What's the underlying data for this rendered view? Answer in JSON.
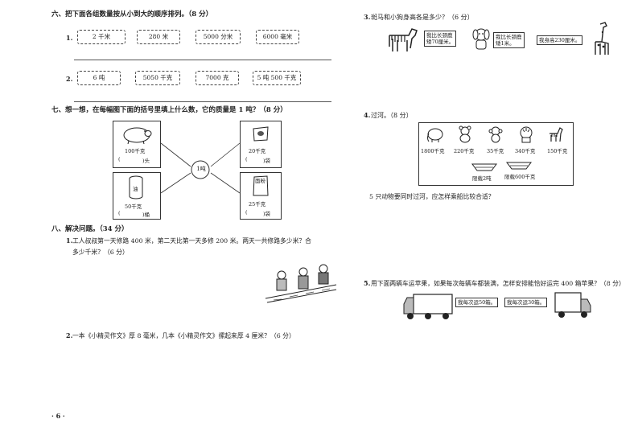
{
  "q6": {
    "title": "六、把下面各组数量按从小到大的顺序排列。（8 分）",
    "row1": {
      "num": "1.",
      "items": [
        "2 千米",
        "280 米",
        "5000 分米",
        "6000 毫米"
      ]
    },
    "row2": {
      "num": "2.",
      "items": [
        "6 吨",
        "5050 千克",
        "7000 克",
        "5 吨 500 千克"
      ]
    }
  },
  "q7": {
    "title": "七、想一想，在每幅图下面的括号里填上什么数，它的质量是 1 吨？（8 分）",
    "center": "1吨",
    "pig": {
      "weight": "100千克",
      "blank": "(",
      "unit": ")头"
    },
    "rice": {
      "weight": "20千克",
      "blank": "(",
      "unit": ")袋"
    },
    "oil": {
      "label": "油",
      "weight": "50千克",
      "blank": "(",
      "unit": ")桶"
    },
    "flour": {
      "label": "面粉",
      "weight": "25千克",
      "blank": "(",
      "unit": ")袋"
    }
  },
  "q8": {
    "title": "八、解决问题。（34 分）",
    "p1": {
      "num": "1.",
      "line1": "工人叔叔第一天修路 400 米，第二天比第一天多修 200 米。两天一共修路多少米？合",
      "line2": "多少千米？（6 分）"
    },
    "p2": {
      "num": "2.",
      "text": "一本《小精灵作文》厚 8 毫米，几本《小精灵作文》摞起来厚 4 厘米？（6 分）"
    }
  },
  "page_number": "· 6 ·",
  "q3": {
    "num": "3.",
    "text": "斑马和小狗身高各是多少？（6 分）",
    "bubble_zebra": [
      "我比长颈鹿",
      "矮70厘米。"
    ],
    "bubble_dog": [
      "我比长颈鹿",
      "矮1米。"
    ],
    "bubble_giraffe": "我身高230厘米。"
  },
  "q4": {
    "num": "4.",
    "text": "过河。（8 分）",
    "animals": [
      "1800千克",
      "220千克",
      "35千克",
      "340千克",
      "150千克"
    ],
    "boats": [
      "限载2吨",
      "限载600千克"
    ],
    "question": "5 只动物要同时过河，应怎样乘船比较合适？"
  },
  "q5": {
    "num": "5.",
    "text": "用下面两辆车运苹果，如果每次每辆车都装满，怎样安排能恰好运完 400 箱苹果？（8 分）",
    "bubble1": "我每次运50箱。",
    "bubble2": "我每次运30箱。"
  }
}
